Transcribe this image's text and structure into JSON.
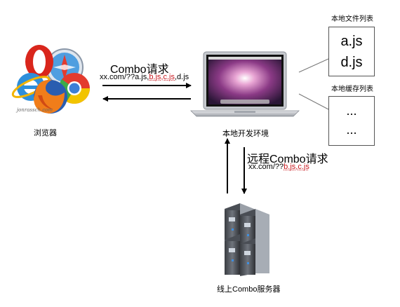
{
  "browser": {
    "label": "浏览器",
    "watermark": "jonrassch.com"
  },
  "laptop": {
    "label": "本地开发环境"
  },
  "local_request": {
    "title": "Combo请求",
    "url_prefix": "xx.com/??a.js,",
    "url_red": "b.js,c.js",
    "url_suffix": ",d.js"
  },
  "file_list": {
    "label": "本地文件列表",
    "items": [
      "a.js",
      "d.js"
    ]
  },
  "cache_list": {
    "label": "本地缓存列表",
    "items": [
      "...",
      "..."
    ]
  },
  "remote_request": {
    "title": "远程Combo请求",
    "url_prefix": "xx.com/??",
    "url_red": "b.js,c.js"
  },
  "server": {
    "label": "线上Combo服务器"
  }
}
